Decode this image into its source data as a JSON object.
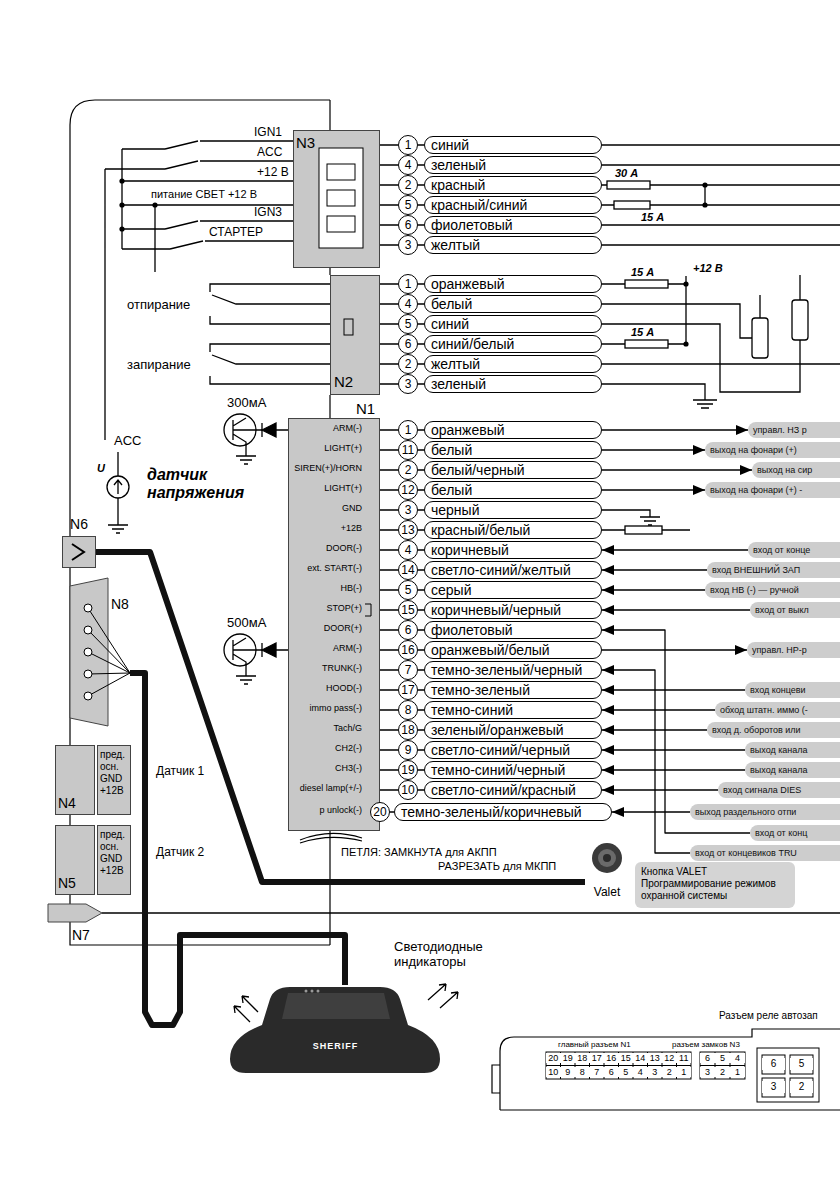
{
  "diagram": {
    "nodes": [
      {
        "text": [
          "N3"
        ]
      },
      {
        "text": [
          "1"
        ]
      },
      {
        "text": [
          "синий"
        ]
      },
      {
        "text": [
          "4"
        ]
      },
      {
        "text": [
          "зеленый"
        ]
      },
      {
        "text": [
          "2"
        ]
      },
      {
        "text": [
          "красный"
        ]
      },
      {
        "text": [
          "5"
        ]
      },
      {
        "text": [
          "красный/синий"
        ]
      },
      {
        "text": [
          "6"
        ]
      },
      {
        "text": [
          "фиолетовый"
        ]
      },
      {
        "text": [
          "3"
        ]
      },
      {
        "text": [
          "желтый"
        ]
      },
      {
        "text": [
          "N2"
        ]
      },
      {
        "text": [
          "1"
        ]
      },
      {
        "text": [
          "оранжевый"
        ]
      },
      {
        "text": [
          "4"
        ]
      },
      {
        "text": [
          "белый"
        ]
      },
      {
        "text": [
          "5"
        ]
      },
      {
        "text": [
          "синий"
        ]
      },
      {
        "text": [
          "6"
        ]
      },
      {
        "text": [
          "синий/белый"
        ]
      },
      {
        "text": [
          "2"
        ]
      },
      {
        "text": [
          "желтый"
        ]
      },
      {
        "text": [
          "3"
        ]
      },
      {
        "text": [
          "зеленый"
        ]
      },
      {
        "text": [
          "N1",
          "ARM(-)",
          "LIGHT(+)",
          "SIREN(+)/HORN",
          "LIGHT(+)",
          "GND",
          "+12В",
          "DOOR(-)",
          "ext. START(-)",
          "HB(-)",
          "STOP(+)",
          "DOOR(+)",
          "ARM(-)",
          "TRUNK(-)",
          "HOOD(-)",
          "immo pass(-)",
          "Tach/G",
          "CH2(-)",
          "CH3(-)",
          "diesel lamp(+/-)",
          "p unlock(-)"
        ]
      },
      {
        "text": [
          "1"
        ]
      },
      {
        "text": [
          "оранжевый"
        ]
      },
      {
        "text": [
          "11"
        ]
      },
      {
        "text": [
          "белый"
        ]
      },
      {
        "text": [
          "2"
        ]
      },
      {
        "text": [
          "белый/черный"
        ]
      },
      {
        "text": [
          "12"
        ]
      },
      {
        "text": [
          "белый"
        ]
      },
      {
        "text": [
          "3"
        ]
      },
      {
        "text": [
          "черный"
        ]
      },
      {
        "text": [
          "13"
        ]
      },
      {
        "text": [
          "красный/белый"
        ]
      },
      {
        "text": [
          "4"
        ]
      },
      {
        "text": [
          "коричневый"
        ]
      },
      {
        "text": [
          "14"
        ]
      },
      {
        "text": [
          "светло-синий/желтый"
        ]
      },
      {
        "text": [
          "5"
        ]
      },
      {
        "text": [
          "серый"
        ]
      },
      {
        "text": [
          "15"
        ]
      },
      {
        "text": [
          "коричневый/черный"
        ]
      },
      {
        "text": [
          "6"
        ]
      },
      {
        "text": [
          "фиолетовый"
        ]
      },
      {
        "text": [
          "16"
        ]
      },
      {
        "text": [
          "оранжевый/белый"
        ]
      },
      {
        "text": [
          "7"
        ]
      },
      {
        "text": [
          "темно-зеленый/черный"
        ]
      },
      {
        "text": [
          "17"
        ]
      },
      {
        "text": [
          "темно-зеленый"
        ]
      },
      {
        "text": [
          "8"
        ]
      },
      {
        "text": [
          "темно-синий"
        ]
      },
      {
        "text": [
          "18"
        ]
      },
      {
        "text": [
          "зеленый/оранжевый"
        ]
      },
      {
        "text": [
          "9"
        ]
      },
      {
        "text": [
          "светло-синий/черный"
        ]
      },
      {
        "text": [
          "19"
        ]
      },
      {
        "text": [
          "темно-синий/черный"
        ]
      },
      {
        "text": [
          "10"
        ]
      },
      {
        "text": [
          "светло-синий/красный"
        ]
      },
      {
        "text": [
          "20"
        ]
      },
      {
        "text": [
          "темно-зеленый/коричневый"
        ]
      },
      {
        "text": [
          "управл. НЗ р"
        ]
      },
      {
        "text": [
          "выход на фонари (+)"
        ]
      },
      {
        "text": [
          "выход на сир"
        ]
      },
      {
        "text": [
          "выход на фонари (+) -"
        ]
      },
      {
        "text": [
          "вход от конце"
        ]
      },
      {
        "text": [
          "вход ВНЕШНИЙ ЗАП"
        ]
      },
      {
        "text": [
          "вход НВ (-) — ручной"
        ]
      },
      {
        "text": [
          "вход от выкл"
        ]
      },
      {
        "text": [
          "управл. НР-р"
        ]
      },
      {
        "text": [
          "вход концеви"
        ]
      },
      {
        "text": [
          "обход штатн. иммо (-"
        ]
      },
      {
        "text": [
          "вход д. оборотов или"
        ]
      },
      {
        "text": [
          "выход канала"
        ]
      },
      {
        "text": [
          "выход канала"
        ]
      },
      {
        "text": [
          "вход сигнала DIES"
        ]
      },
      {
        "text": [
          "выход раздельного отпи"
        ]
      },
      {
        "text": [
          "вход от конц"
        ]
      },
      {
        "text": [
          "вход от концевиков TRU"
        ]
      },
      {
        "text": [
          "N6"
        ]
      },
      {
        "text": [
          "N8"
        ]
      },
      {
        "text": [
          "N4"
        ]
      },
      {
        "text": [
          "пред. осн. GND +12В"
        ]
      },
      {
        "text": [
          "N5"
        ]
      },
      {
        "text": [
          "пред. осн. GND +12В"
        ]
      },
      {
        "text": [
          "Valet"
        ]
      },
      {
        "text": [
          "Кнопка VALET Программирование режимов охранной системы"
        ]
      },
      {
        "text": [
          "N7"
        ]
      },
      {
        "text": [
          "SHERIFF"
        ]
      },
      {
        "text": [
          "главный разъем N1",
          "разъем замков N3"
        ]
      }
    ],
    "edges": [
      {
        "from": 28,
        "to": 67,
        "arrow": "to"
      },
      {
        "from": 30,
        "to": 68,
        "arrow": "to"
      },
      {
        "from": 32,
        "to": 69,
        "arrow": "to"
      },
      {
        "from": 34,
        "to": 70,
        "arrow": "to"
      },
      {
        "from": 71,
        "to": 40,
        "arrow": "to"
      },
      {
        "from": 72,
        "to": 42,
        "arrow": "to"
      },
      {
        "from": 73,
        "to": 44,
        "arrow": "to"
      },
      {
        "from": 74,
        "to": 46,
        "arrow": "to"
      },
      {
        "from": 83,
        "to": 48,
        "arrow": "to"
      },
      {
        "from": 50,
        "to": 75,
        "arrow": "to"
      },
      {
        "from": 84,
        "to": 52,
        "arrow": "to"
      },
      {
        "from": 76,
        "to": 54,
        "arrow": "to"
      },
      {
        "from": 77,
        "to": 56,
        "arrow": "to"
      },
      {
        "from": 78,
        "to": 58,
        "arrow": "to"
      },
      {
        "from": 79,
        "to": 60,
        "arrow": "to"
      },
      {
        "from": 80,
        "to": 62,
        "arrow": "to"
      },
      {
        "from": 81,
        "to": 64,
        "arrow": "to"
      },
      {
        "from": 82,
        "to": 66,
        "arrow": "to"
      },
      {
        "from": 85,
        "to": 91,
        "arrow": "none"
      },
      {
        "from": 86,
        "to": 94,
        "arrow": "none"
      }
    ],
    "labels": [
      "IGN1",
      "ACC",
      "+12 В",
      "питание СВЕТ +12 В",
      "IGN3",
      "СТАРТЕР",
      "30 А",
      "15 А",
      "отпирание",
      "запирание",
      "15 А",
      "+12 В",
      "15 А",
      "300мА",
      "ACC",
      "U",
      "датчик напряжения",
      "500мА",
      "Датчик 1",
      "Датчик 2",
      "ПЕТЛЯ: ЗАМКНУТА для АКПП",
      "РАЗРЕЗАТЬ для МКПП",
      "Светодиодные индикаторы",
      "Разъем реле автозап",
      "20",
      "19",
      "18",
      "17",
      "16",
      "15",
      "14",
      "13",
      "12",
      "11",
      "10",
      "9",
      "8",
      "7",
      "6",
      "5",
      "4",
      "3",
      "2",
      "1",
      "6",
      "5",
      "4",
      "3",
      "2",
      "1",
      "6",
      "5",
      "3",
      "2"
    ]
  }
}
